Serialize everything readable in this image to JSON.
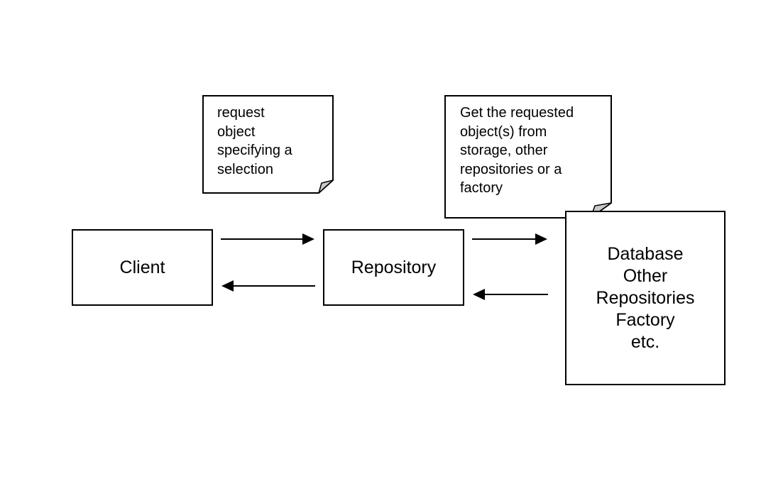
{
  "diagram": {
    "client_label": "Client",
    "repository_label": "Repository",
    "storage_lines": [
      "Database",
      "Other",
      "Repositories",
      "Factory",
      "etc."
    ],
    "note_request_text": "request\nobject\nspecifying a\nselection",
    "note_get_text": "Get the requested\nobject(s) from\nstorage, other\nrepositories or a\nfactory",
    "arrow_color": "#000000",
    "note_fold_color": "#c8c8c8"
  }
}
